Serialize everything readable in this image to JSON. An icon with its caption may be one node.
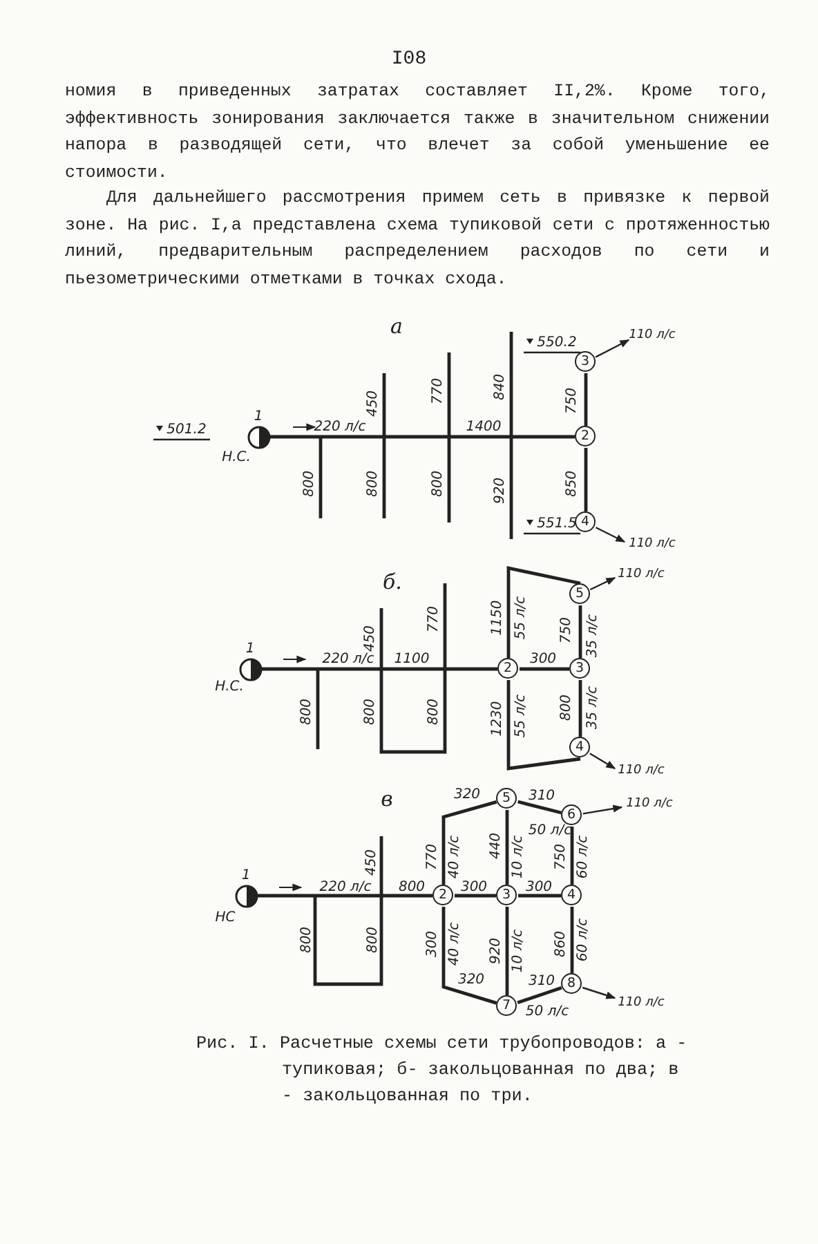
{
  "diagram": {
    "caption": "Рис. I. Расчетные схемы сети трубопроводов: а - тупиковая; б- закольцованная по два; в - закольцованная по три.",
    "nodes": [
      {
        "text": [
          "1"
        ],
        "beside": [
          "Н.С."
        ]
      },
      {
        "text": [
          "2"
        ]
      },
      {
        "text": [
          "3"
        ]
      },
      {
        "text": [
          "4"
        ]
      },
      {
        "text": [
          "1"
        ],
        "beside": [
          "Н.С."
        ]
      },
      {
        "text": [
          "2"
        ]
      },
      {
        "text": [
          "3"
        ]
      },
      {
        "text": [
          "4"
        ]
      },
      {
        "text": [
          "5"
        ]
      },
      {
        "text": [
          "1"
        ],
        "beside": [
          "НС"
        ]
      },
      {
        "text": [
          "2"
        ]
      },
      {
        "text": [
          "3"
        ]
      },
      {
        "text": [
          "4"
        ]
      },
      {
        "text": [
          "5"
        ]
      },
      {
        "text": [
          "6"
        ]
      },
      {
        "text": [
          "7"
        ]
      },
      {
        "text": [
          "8"
        ]
      }
    ],
    "edges": [
      {
        "from": 0,
        "to": 1,
        "arrow": "none"
      },
      {
        "from": 1,
        "to": 2,
        "arrow": "none",
        "label": "750"
      },
      {
        "from": 1,
        "to": 3,
        "arrow": "none",
        "label": "850"
      },
      {
        "from": 2,
        "to": null,
        "arrow": "to",
        "label": "110 л/с"
      },
      {
        "from": 3,
        "to": null,
        "arrow": "to",
        "label": "110 л/с"
      },
      {
        "from": 4,
        "to": 5,
        "arrow": "none"
      },
      {
        "from": 5,
        "to": 6,
        "arrow": "none",
        "label": "300"
      },
      {
        "from": 5,
        "to": 8,
        "arrow": "none"
      },
      {
        "from": 5,
        "to": 7,
        "arrow": "none"
      },
      {
        "from": 6,
        "to": 8,
        "arrow": "none",
        "label": "750"
      },
      {
        "from": 6,
        "to": 7,
        "arrow": "none",
        "label": "800"
      },
      {
        "from": 8,
        "to": null,
        "arrow": "to",
        "label": "110 л/с"
      },
      {
        "from": 7,
        "to": null,
        "arrow": "to",
        "label": "110 л/с"
      },
      {
        "from": 9,
        "to": 10,
        "arrow": "none"
      },
      {
        "from": 10,
        "to": 11,
        "arrow": "none",
        "label": "300"
      },
      {
        "from": 11,
        "to": 12,
        "arrow": "none",
        "label": "300"
      },
      {
        "from": 10,
        "to": 13,
        "arrow": "none"
      },
      {
        "from": 11,
        "to": 13,
        "arrow": "none",
        "label": "440"
      },
      {
        "from": 13,
        "to": 14,
        "arrow": "none",
        "label": "310"
      },
      {
        "from": 12,
        "to": 14,
        "arrow": "none",
        "label": "750"
      },
      {
        "from": 10,
        "to": 15,
        "arrow": "none"
      },
      {
        "from": 11,
        "to": 15,
        "arrow": "none",
        "label": "920"
      },
      {
        "from": 15,
        "to": 16,
        "arrow": "none",
        "label": "310"
      },
      {
        "from": 12,
        "to": 16,
        "arrow": "none",
        "label": "860"
      },
      {
        "from": 14,
        "to": null,
        "arrow": "to",
        "label": "110 л/с"
      },
      {
        "from": 16,
        "to": null,
        "arrow": "to",
        "label": "110 л/с"
      }
    ],
    "labels": [
      "I08",
      "номия в приведенных затратах составляет II,2%. Кроме того, эффективность зонирования заключается также в значительном снижении напора в разводящей сети, что влечет за собой уменьшение ее стоимости.",
      "Для дальнейшего рассмотрения примем сеть в привязке к первой зоне. На рис. I,а представлена схема тупиковой сети с протяженностью линий, предварительным распределением расходов по сети и пьезометрическими отметками в точках схода.",
      "а",
      "501.2",
      "550.2",
      "220 л/с",
      "450",
      "770",
      "840",
      "1400",
      "800",
      "800",
      "800",
      "920",
      "551.5",
      "б.",
      "450",
      "770",
      "220 л/с",
      "1100",
      "1150",
      "55 л/с",
      "35 л/с",
      "800",
      "800",
      "800",
      "1230",
      "55 л/с",
      "35 л/с",
      "в",
      "320",
      "770",
      "40 л/с",
      "10 л/с",
      "60 л/с",
      "50 л/с",
      "220 л/с",
      "800",
      "450",
      "800",
      "800",
      "300",
      "40 л/с",
      "10 л/с",
      "60 л/с",
      "320",
      "50 л/с"
    ]
  }
}
